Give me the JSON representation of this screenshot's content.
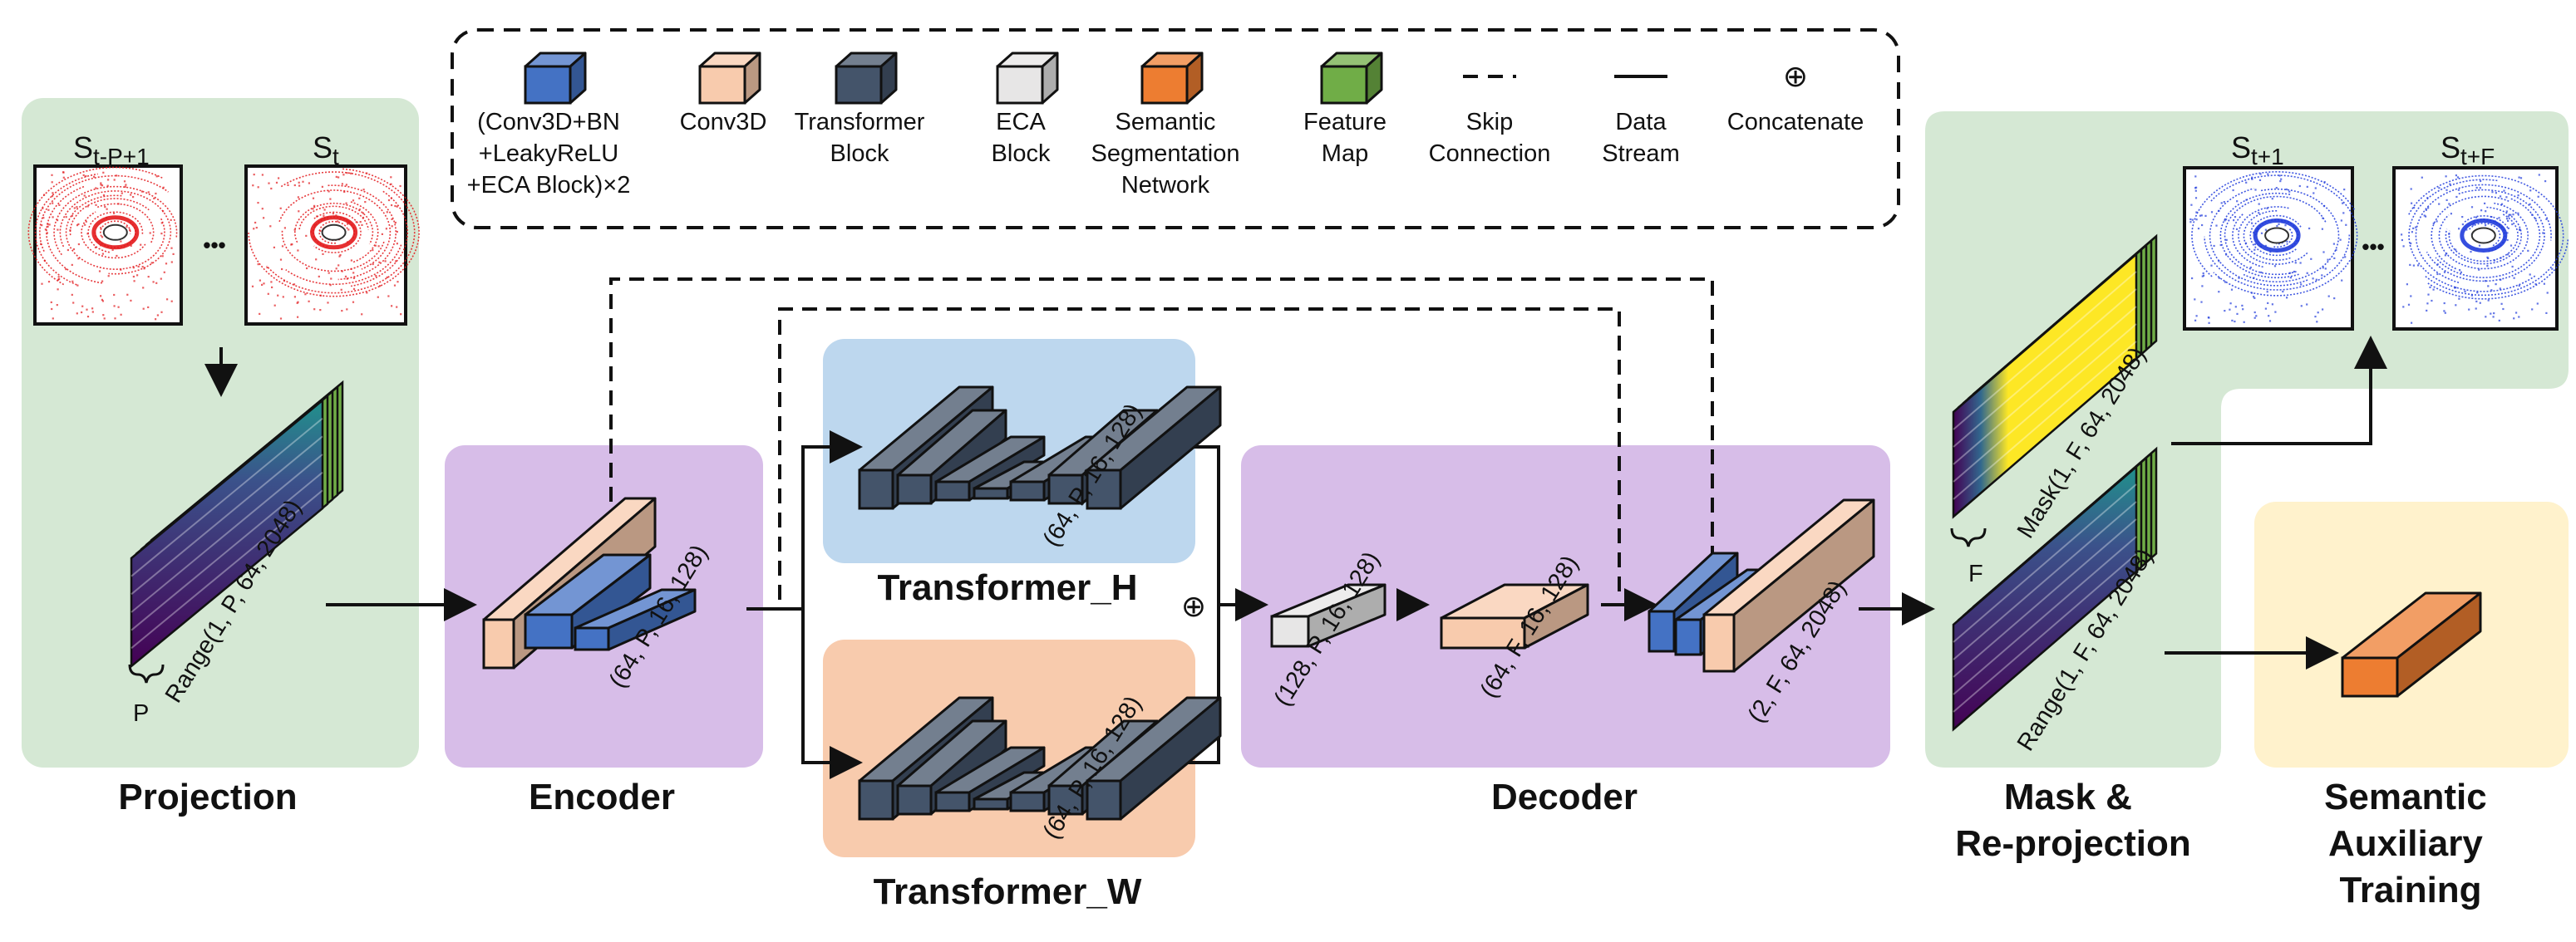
{
  "legend": {
    "items": [
      {
        "label_lines": [
          "(Conv3D+BN",
          "+LeakyReLU",
          "+ECA Block)×2"
        ],
        "color": "#4472c4"
      },
      {
        "label_lines": [
          "Conv3D"
        ],
        "color": "#f8cbad"
      },
      {
        "label_lines": [
          "Transformer",
          "Block"
        ],
        "color": "#44546a"
      },
      {
        "label_lines": [
          "ECA",
          "Block"
        ],
        "color": "#e7e6e6"
      },
      {
        "label_lines": [
          "Semantic",
          "Segmentation",
          "Network"
        ],
        "color": "#ed7d31"
      },
      {
        "label_lines": [
          "Feature",
          "Map"
        ],
        "color": "#70ad47"
      },
      {
        "label_lines": [
          "Skip",
          "Connection"
        ],
        "symbol": "dashed-line"
      },
      {
        "label_lines": [
          "Data",
          "Stream"
        ],
        "symbol": "solid-line"
      },
      {
        "label_lines": [
          "Concatenate"
        ],
        "symbol": "⊕"
      }
    ]
  },
  "stages": {
    "projection": "Projection",
    "encoder": "Encoder",
    "transformer_h": "Transformer_H",
    "transformer_w": "Transformer_W",
    "decoder": "Decoder",
    "mask_reprojection": [
      "Mask &",
      "Re-projection"
    ],
    "semantic": [
      "Semantic",
      "Auxiliary",
      "Training"
    ]
  },
  "scans": {
    "input_first": {
      "base": "S",
      "sub": "t-P+1"
    },
    "input_last": {
      "base": "S",
      "sub": "t"
    },
    "output_first": {
      "base": "S",
      "sub": "t+1"
    },
    "output_last": {
      "base": "S",
      "sub": "t+F"
    },
    "ellipsis": "•••"
  },
  "shapes": {
    "range_in": "Range(1, P, 64, 2048)",
    "p_label": "P",
    "encoder_out": "(64, P, 16, 128)",
    "th_out": "(64, P, 16, 128)",
    "tw_out": "(64, P, 16, 128)",
    "eca_out": "(128, P, 16, 128)",
    "conv_out": "(64, F, 16, 128)",
    "decoder_out": "(2, F, 64, 2048)",
    "mask_out": "Mask(1, F, 64, 2048)",
    "range_out": "Range(1, F, 64, 2048)",
    "f_label": "F",
    "concat": "⊕"
  },
  "colors": {
    "green_bg": "#d5e8d4",
    "purple_bg": "#d7bde8",
    "blue_bg": "#bdd7ee",
    "orange_bg": "#f8cbad",
    "yellow_bg": "#fff2cc",
    "blue_block": "#4472c4",
    "peach_block": "#f8cbad",
    "dark_block": "#44546a",
    "gray_block": "#e7e6e6",
    "orange_block": "#ed7d31",
    "green_block": "#70ad47",
    "viridis_dark": "#440154",
    "viridis_mid": "#21918c",
    "viridis_yellow": "#fde725",
    "red_points": "#e3191c",
    "blue_points": "#1f3bdc"
  }
}
